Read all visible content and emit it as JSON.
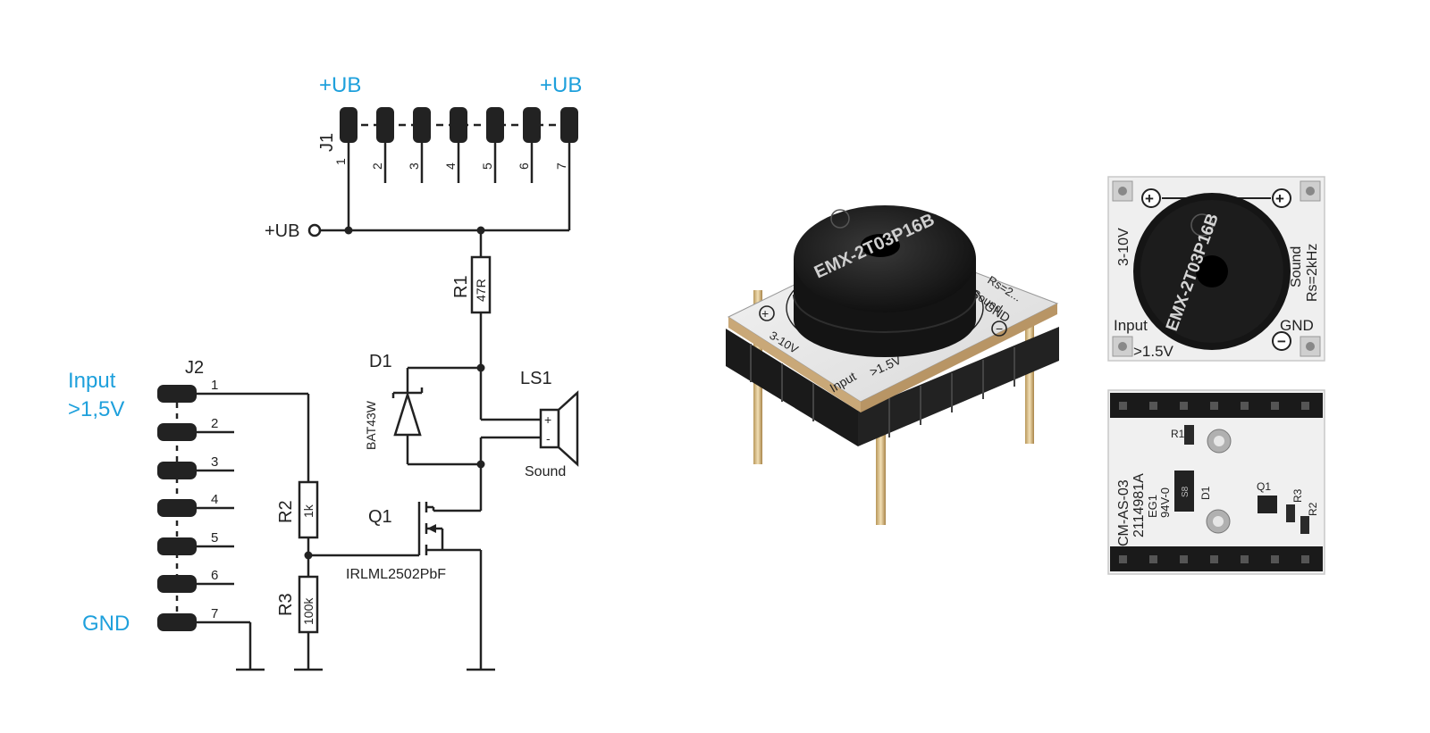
{
  "schematic": {
    "ub_left": "+UB",
    "ub_right": "+UB",
    "j1": {
      "ref": "J1",
      "pins": [
        "1",
        "2",
        "3",
        "4",
        "5",
        "6",
        "7"
      ]
    },
    "ub_node": "+UB",
    "r1": {
      "ref": "R1",
      "value": "47R"
    },
    "d1": {
      "ref": "D1",
      "value": "BAT43W"
    },
    "ls1": {
      "ref": "LS1",
      "plus": "+",
      "minus": "-",
      "label": "Sound"
    },
    "j2": {
      "ref": "J2",
      "pins": [
        "1",
        "2",
        "3",
        "4",
        "5",
        "6",
        "7"
      ]
    },
    "input_label": "Input",
    "input_threshold": ">1,5V",
    "gnd_label": "GND",
    "r2": {
      "ref": "R2",
      "value": "1k"
    },
    "q1": {
      "ref": "Q1",
      "value": "IRLML2502PbF"
    },
    "r3": {
      "ref": "R3",
      "value": "100k"
    }
  },
  "module_3d": {
    "buzzer_text": "EMX-2T03P16B",
    "side_label": "3-10V",
    "gnd": "GND",
    "input": "Input",
    "threshold": ">1.5V",
    "side_text_right": "Sound",
    "side_text_rs": "Rs=2..."
  },
  "top_view": {
    "voltage": "3-10V",
    "buzzer_text": "EMX-2T03P16B",
    "sound": "Sound",
    "rs": "Rs=2kHz",
    "input": "Input",
    "threshold": ">1.5V",
    "gnd": "GND"
  },
  "bottom_view": {
    "part_no": "CM-AS-03",
    "order_no": "2114981A",
    "eg": "EG1",
    "rating": "94V-0",
    "r1": "R1",
    "d1": "D1",
    "q1": "Q1",
    "r3": "R3",
    "r2": "R2",
    "d1_chip": "S8"
  },
  "colors": {
    "accent": "#1ea0dc",
    "line": "#222222"
  }
}
